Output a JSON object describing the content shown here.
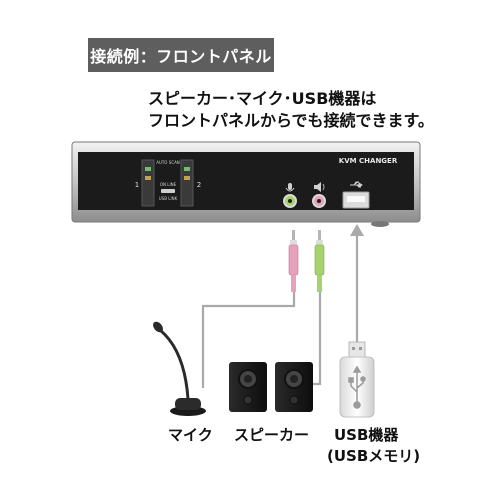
{
  "header": {
    "title": "接続例：フロントパネル"
  },
  "description": {
    "line1": "スピーカー･マイク･USB機器は",
    "line2": "フロントパネルからでも接続できます。"
  },
  "device": {
    "name": "KVM CHANGER",
    "buttons": {
      "top_label": "AUTO SCAN",
      "mid_label": "ON LINE",
      "bottom_label": "USB LINK"
    }
  },
  "labels": {
    "mic": "マイク",
    "speaker": "スピーカー",
    "usb_line1": "USB機器",
    "usb_line2": "(USBメモリ)"
  },
  "colors": {
    "mic_plug": "#e8a0bc",
    "speaker_plug": "#a8d26c",
    "panel": "#1a1a1a",
    "body": "#c9c9c9"
  }
}
